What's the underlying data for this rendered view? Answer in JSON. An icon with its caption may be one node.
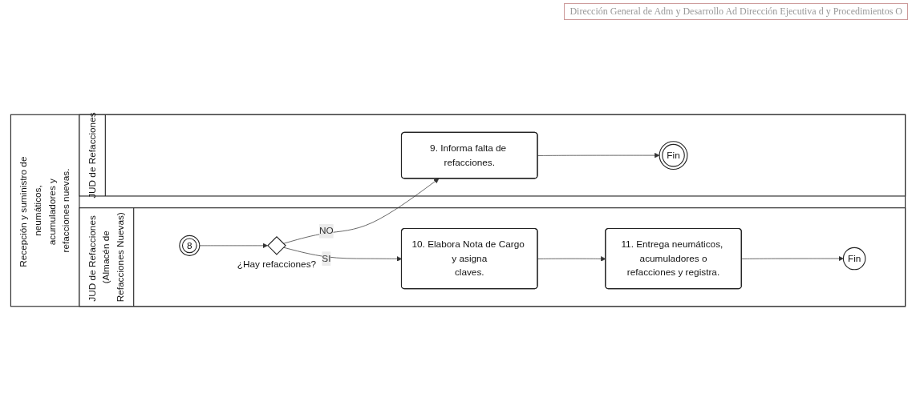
{
  "diagram": {
    "nodes": [
      {
        "text": [
          "Recepción y suministro de neumáticos, acumuladores y refacciones nuevas."
        ]
      },
      {
        "text": [
          "JUD de Refacciones (Almacén de Refacciones Nuevas)"
        ],
        "in": 0
      },
      {
        "text": [
          "JUD de Refacciones"
        ],
        "in": 0
      },
      {
        "text": [
          "8"
        ],
        "in": 1
      },
      {
        "text": [],
        "shape": "diamond",
        "beside": [
          "¿Hay refacciones?"
        ],
        "in": 1
      },
      {
        "text": [
          "10. Elabora Nota de Cargo y asigna claves."
        ],
        "in": 1
      },
      {
        "text": [
          "11. Entrega neumáticos, acumuladores o refacciones y registra."
        ],
        "in": 1
      },
      {
        "text": [
          "Fin"
        ],
        "in": 1
      },
      {
        "text": [
          "9. Informa falta de refacciones."
        ],
        "in": 2
      },
      {
        "text": [
          "Fin"
        ],
        "in": 2
      }
    ],
    "edges": [
      {
        "from": 3,
        "to": 4,
        "arrow": "to"
      },
      {
        "from": 4,
        "to": 5,
        "arrow": "to",
        "label": "SI"
      },
      {
        "from": 5,
        "to": 6,
        "arrow": "to"
      },
      {
        "from": 6,
        "to": 7,
        "arrow": "to"
      },
      {
        "from": 4,
        "to": 8,
        "arrow": "to",
        "label": "NO"
      },
      {
        "from": 8,
        "to": 9,
        "arrow": "to"
      }
    ],
    "labels": [
      "Dirección General de Adm y Desarrollo Ad Dirección Ejecutiva d y Procedimientos O"
    ]
  }
}
